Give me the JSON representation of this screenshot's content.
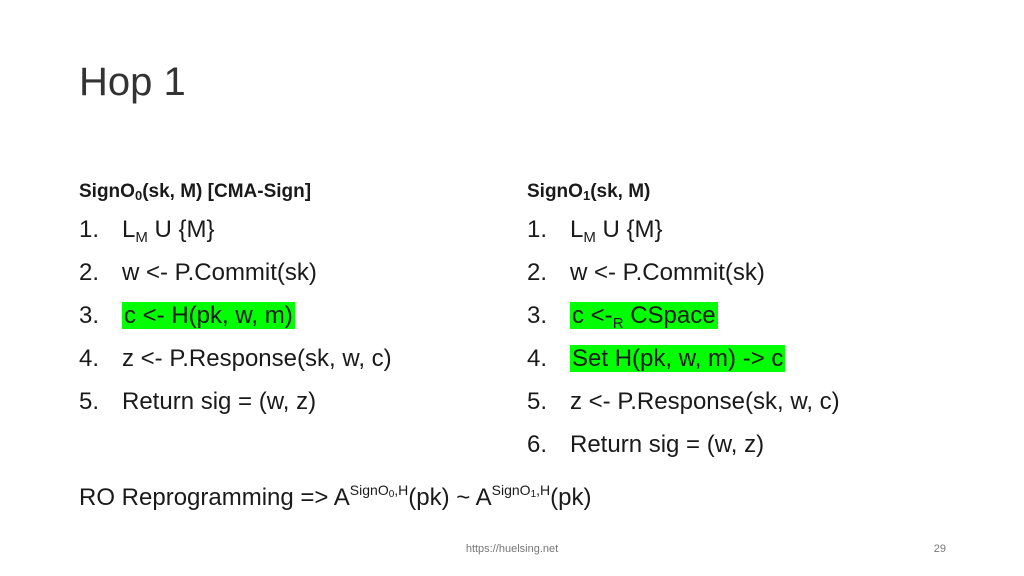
{
  "slide": {
    "title": "Hop 1",
    "footer_url": "https://huelsing.net",
    "page_number": "29",
    "highlight_color": "#00ff00"
  },
  "left": {
    "heading_pre": "SignO",
    "heading_sub": "0",
    "heading_post": "(sk, M) [CMA-Sign]",
    "items": [
      {
        "num": "1.",
        "pre": "L",
        "sub": "M",
        "post": " U {M}"
      },
      {
        "num": "2.",
        "text": "w <- P.Commit(sk)"
      },
      {
        "num": "3.",
        "text": "c <- H(pk, w, m)",
        "highlighted": true
      },
      {
        "num": "4.",
        "text": "z <- P.Response(sk, w, c)"
      },
      {
        "num": "5.",
        "text": "Return sig = (w, z)"
      }
    ]
  },
  "right": {
    "heading_pre": "SignO",
    "heading_sub": "1",
    "heading_post": "(sk, M)",
    "items": [
      {
        "num": "1.",
        "pre": "L",
        "sub": "M",
        "post": " U {M}"
      },
      {
        "num": "2.",
        "text": "w <- P.Commit(sk)"
      },
      {
        "num": "3.",
        "pre": "c <-",
        "sub": "R",
        "post": " CSpace",
        "highlighted": true
      },
      {
        "num": "4.",
        "text": "Set H(pk, w, m) -> c",
        "highlighted": true
      },
      {
        "num": "5.",
        "text": "z <- P.Response(sk, w, c)"
      },
      {
        "num": "6.",
        "text": "Return sig = (w, z)"
      }
    ]
  },
  "bottom": {
    "pre": "RO Reprogramming => A",
    "sup1_pre": "SignO",
    "sup1_sub": "0",
    "sup1_post": ",H",
    "mid": "(pk) ~ A",
    "sup2_pre": "SignO",
    "sup2_sub": "1",
    "sup2_post": ",H",
    "post": "(pk)"
  }
}
